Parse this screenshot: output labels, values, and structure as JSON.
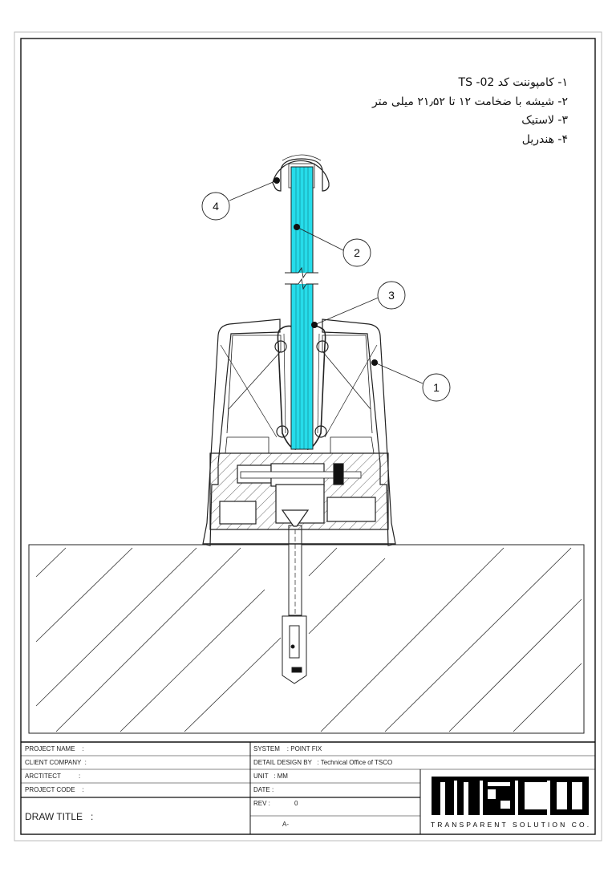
{
  "legend": {
    "items": [
      "۱- کامپوننت کد TS -02",
      "۲- شیشه با ضخامت ۱۲ تا ۲۱٫۵۲ میلی متر",
      "۳- لاستیک",
      "۴- هندریل"
    ]
  },
  "callouts": [
    "1",
    "2",
    "3",
    "4"
  ],
  "colors": {
    "glass": "#26dcea",
    "line": "#111111"
  },
  "title_block": {
    "project_name": "PROJECT NAME    :",
    "client_company": "CLIENT COMPANY  :",
    "architect": "ARCTITECT          :",
    "project_code": "PROJECT CODE    :",
    "draw_title": "DRAW TITLE   :",
    "system": "SYSTEM    : POINT FIX",
    "detail_design": "DETAIL DESIGN BY   : Technical Office of TSCO",
    "unit": "UNIT   : MM",
    "date": "DATE :",
    "rev_label": "REV :",
    "rev_value": "0",
    "sheet_code": "A-"
  },
  "logo": {
    "mark": "TSCO",
    "caption": "TRANSPARENT SOLUTION CO."
  }
}
